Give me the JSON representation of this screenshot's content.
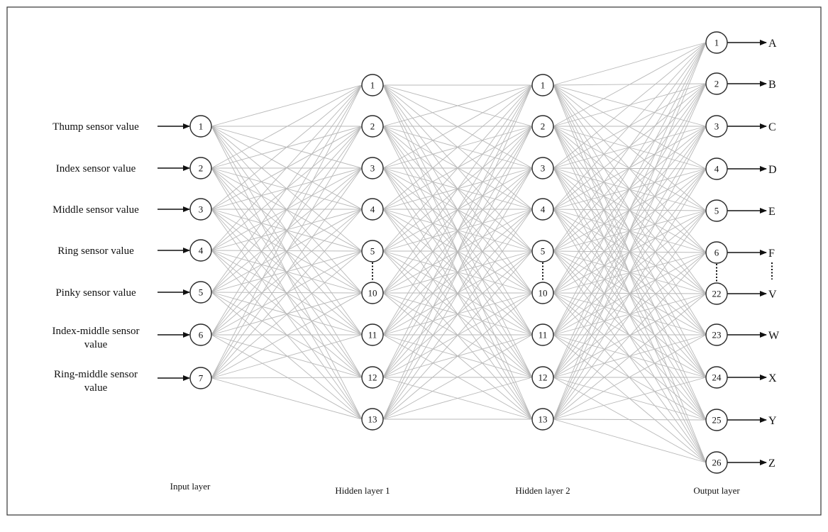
{
  "layers": [
    {
      "caption": "Input layer",
      "nodes": [
        {
          "label": "1",
          "input_lines": [
            "Thump sensor value"
          ]
        },
        {
          "label": "2",
          "input_lines": [
            "Index sensor value"
          ]
        },
        {
          "label": "3",
          "input_lines": [
            "Middle sensor value"
          ]
        },
        {
          "label": "4",
          "input_lines": [
            "Ring sensor value"
          ]
        },
        {
          "label": "5",
          "input_lines": [
            "Pinky sensor value"
          ]
        },
        {
          "label": "6",
          "input_lines": [
            "Index-middle sensor",
            "value"
          ]
        },
        {
          "label": "7",
          "input_lines": [
            "Ring-middle sensor",
            "value"
          ]
        }
      ]
    },
    {
      "caption": "Hidden layer 1",
      "nodes": [
        {
          "label": "1"
        },
        {
          "label": "2"
        },
        {
          "label": "3"
        },
        {
          "label": "4"
        },
        {
          "label": "5"
        },
        {
          "label": "10"
        },
        {
          "label": "11"
        },
        {
          "label": "12"
        },
        {
          "label": "13"
        }
      ]
    },
    {
      "caption": "Hidden layer 2",
      "nodes": [
        {
          "label": "1"
        },
        {
          "label": "2"
        },
        {
          "label": "3"
        },
        {
          "label": "4"
        },
        {
          "label": "5"
        },
        {
          "label": "10"
        },
        {
          "label": "11"
        },
        {
          "label": "12"
        },
        {
          "label": "13"
        }
      ]
    },
    {
      "caption": "Output layer",
      "nodes": [
        {
          "label": "1",
          "output": "A"
        },
        {
          "label": "2",
          "output": "B"
        },
        {
          "label": "3",
          "output": "C"
        },
        {
          "label": "4",
          "output": "D"
        },
        {
          "label": "5",
          "output": "E"
        },
        {
          "label": "6",
          "output": "F"
        },
        {
          "label": "22",
          "output": "V"
        },
        {
          "label": "23",
          "output": "W"
        },
        {
          "label": "24",
          "output": "X"
        },
        {
          "label": "25",
          "output": "Y"
        },
        {
          "label": "26",
          "output": "Z"
        }
      ]
    }
  ]
}
